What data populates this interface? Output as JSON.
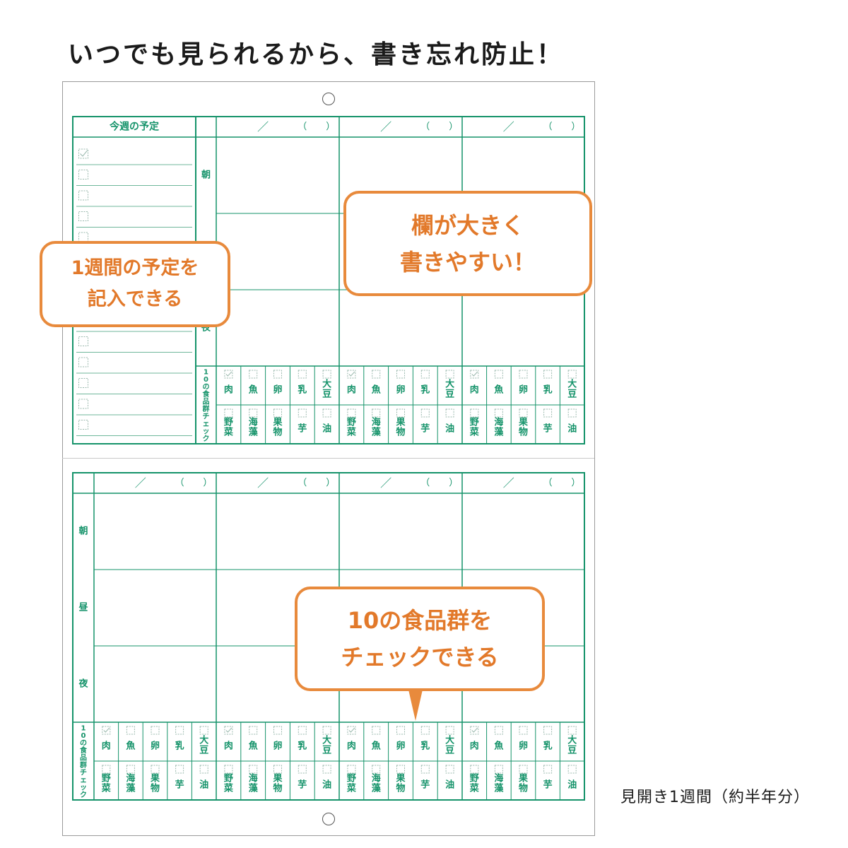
{
  "headline": "いつでも見られるから、書き忘れ防止！",
  "caption": "見開き1週間（約半年分）",
  "planner": {
    "schedule_title": "今週の予定",
    "date_slash": "／",
    "date_paren_open": "（",
    "date_paren_close": "）",
    "meals": [
      "朝",
      "昼",
      "夜"
    ],
    "food_check_label": "10の食品群チェック",
    "food_groups_row1": [
      "肉",
      "魚",
      "卵",
      "乳",
      "大豆"
    ],
    "food_groups_row2": [
      "野菜",
      "海藻",
      "果物",
      "芋",
      "油"
    ]
  },
  "callouts": {
    "schedule": [
      "1週間の予定を",
      "記入できる"
    ],
    "large_boxes": [
      "欄が大きく",
      "書きやすい！"
    ],
    "food_check": [
      "10の食品群を",
      "チェックできる"
    ]
  },
  "colors": {
    "planner_green": "#15936a",
    "callout_orange": "#e88a3c",
    "callout_text": "#e2792a"
  }
}
